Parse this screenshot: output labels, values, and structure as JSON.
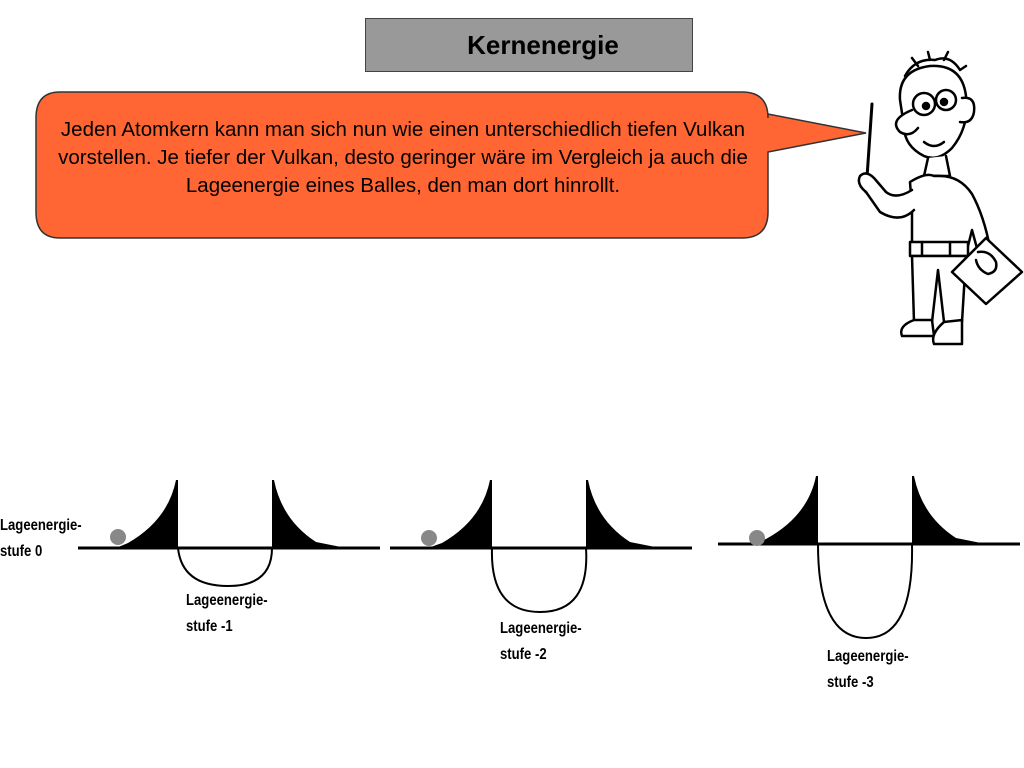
{
  "title": "Kernenergie",
  "speech_bubble": {
    "text": "Jeden Atomkern kann man sich nun wie einen unterschiedlich tiefen Vulkan vorstellen. Je tiefer der Vulkan, desto geringer wäre im Vergleich ja auch die Lageenergie eines Balles, den man dort hinrollt.",
    "color": "#FF6633"
  },
  "illustration": "cartoon-teacher-with-pointer",
  "stages": [
    {
      "line1": "Lageenergie-",
      "line2": "stufe 0"
    },
    {
      "line1": "Lageenergie-",
      "line2": "stufe -1"
    },
    {
      "line1": "Lageenergie-",
      "line2": "stufe -2"
    },
    {
      "line1": "Lageenergie-",
      "line2": "stufe -3"
    }
  ],
  "ball_color": "#888888"
}
